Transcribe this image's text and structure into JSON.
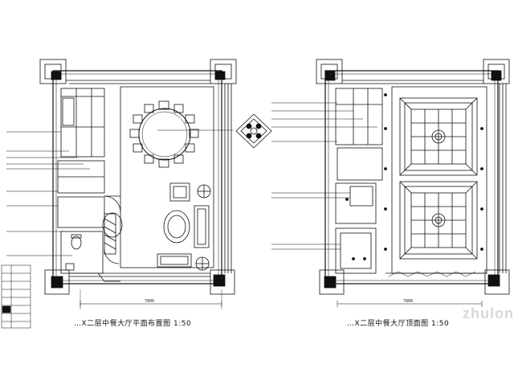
{
  "drawings": {
    "left_title": "…X二层中餐大厅平面布置图 1:50",
    "right_title": "…X二层中餐大厅顶面图 1:50",
    "left_dimension": "7800",
    "right_dimension": "7800"
  },
  "legend_table": {
    "cells": [
      "",
      "",
      "",
      "",
      "",
      "",
      "",
      ""
    ]
  },
  "watermark": "zhulong",
  "colors": {
    "line": "#111111",
    "paper": "#ffffff",
    "watermark": "#d8d8d8"
  }
}
